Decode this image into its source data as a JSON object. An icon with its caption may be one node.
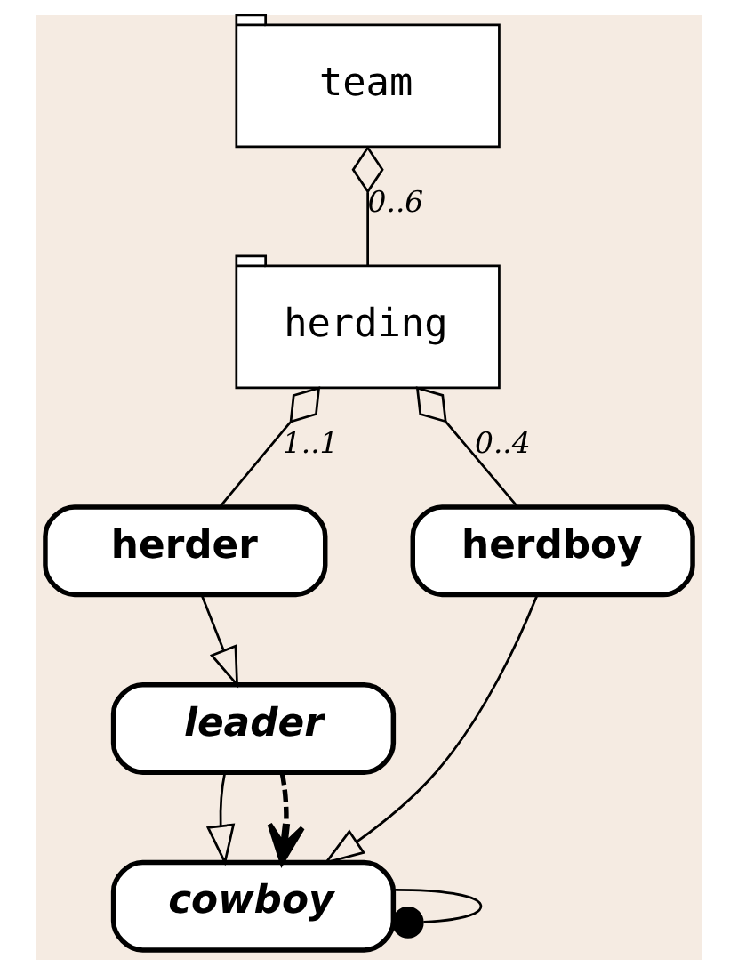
{
  "diagram": {
    "nodes": [
      {
        "text": [
          "team"
        ]
      },
      {
        "text": [
          "herding"
        ]
      },
      {
        "text": [
          "herder"
        ]
      },
      {
        "text": [
          "herdboy"
        ]
      },
      {
        "text": [
          "leader"
        ]
      },
      {
        "text": [
          "cowboy"
        ]
      }
    ],
    "edges": [
      {
        "from": 1,
        "to": 0,
        "arrow": "other",
        "label": "0..6"
      },
      {
        "from": 2,
        "to": 1,
        "arrow": "other",
        "label": "1..1"
      },
      {
        "from": 3,
        "to": 1,
        "arrow": "other",
        "label": "0..4"
      },
      {
        "from": 2,
        "to": 4,
        "arrow": "to"
      },
      {
        "from": 4,
        "to": 5,
        "arrow": "to"
      },
      {
        "from": 3,
        "to": 5,
        "arrow": "to"
      },
      {
        "from": 4,
        "to": 5,
        "arrow": "to",
        "style": "dashed"
      },
      {
        "from": 5,
        "to": 5,
        "arrow": "other"
      }
    ]
  }
}
